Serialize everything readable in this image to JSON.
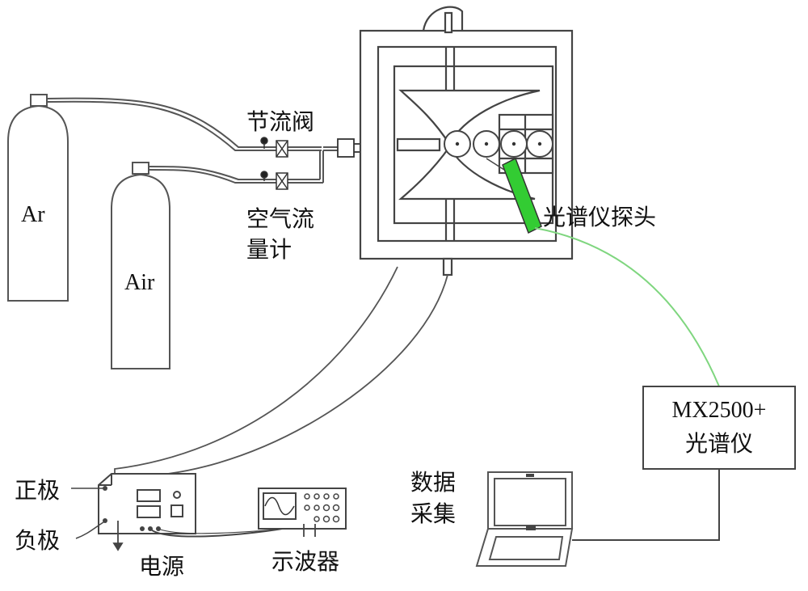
{
  "labels": {
    "ar": "Ar",
    "air": "Air",
    "throttle_valve": "节流阀",
    "flowmeter_line1": "空气流",
    "flowmeter_line2": "量计",
    "probe": "光谱仪探头",
    "spectrometer_line1": "MX2500+",
    "spectrometer_line2": "光谱仪",
    "data_line1": "数据",
    "data_line2": "采集",
    "positive": "正极",
    "negative": "负极",
    "power_supply": "电源",
    "oscilloscope": "示波器"
  },
  "colors": {
    "line": "#555555",
    "probe": "#33cc33",
    "fiber": "#7fd67f"
  }
}
